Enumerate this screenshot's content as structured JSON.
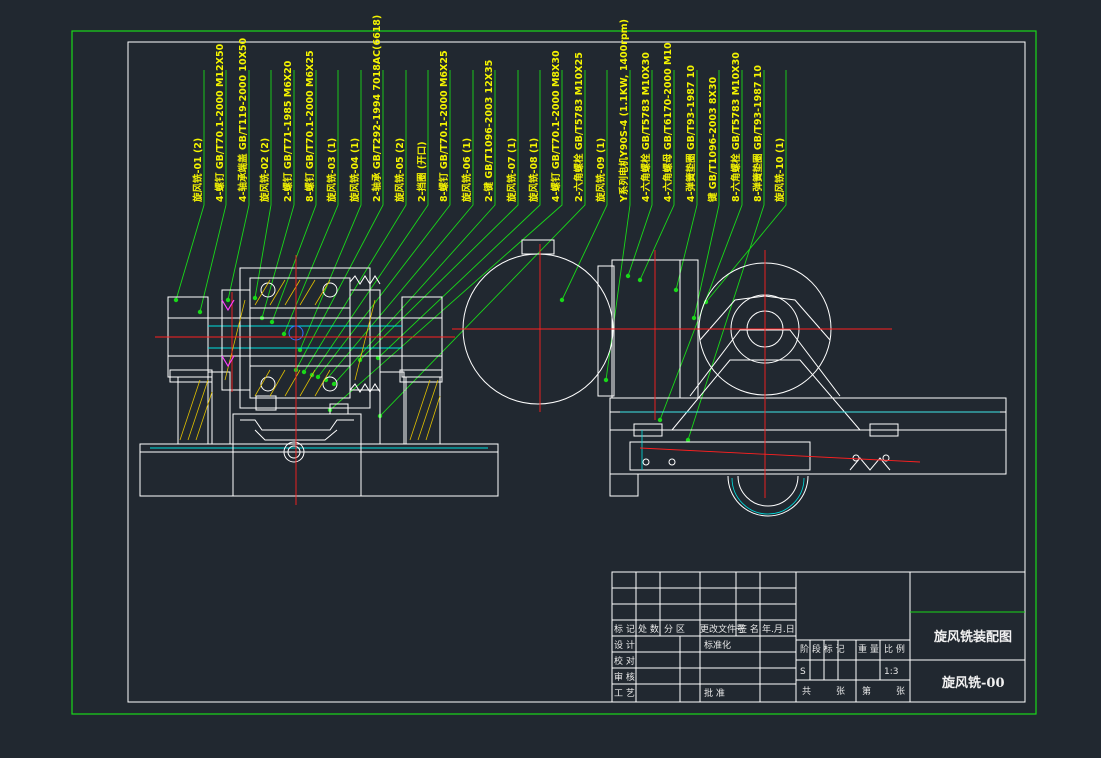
{
  "drawing": {
    "title": "旋风铣装配图",
    "code": "旋风铣-00",
    "colors": {
      "background": "#212830",
      "frame_outer": "#19d819",
      "lines": "#ffffff",
      "center": "#ff2020",
      "hidden": "#00e0e0",
      "leader": "#19d819",
      "labels": "#f4f400",
      "hatch": "#e0c000",
      "marker": "#ff40ff"
    }
  },
  "callouts": [
    "旋风铣-01 (2)",
    "4-螺钉 GB/T70.1-2000 M12X50",
    "4-轴承端盖 GB/T119-2000 10X50",
    "旋风铣-02 (2)",
    "2-螺钉 GB/T71-1985 M6X20",
    "8-螺钉 GB/T70.1-2000 M6X25",
    "旋风铣-03 (1)",
    "旋风铣-04 (1)",
    "2-轴承 GB/T292-1994 7018AC(6618)",
    "旋风铣-05 (2)",
    "2-挡圈 (开口)",
    "8-螺钉 GB/T70.1-2000 M6X25",
    "旋风铣-06 (1)",
    "2-键 GB/T1096-2003 12X35",
    "旋风铣-07 (1)",
    "旋风铣-08 (1)",
    "4-螺钉 GB/T70.1-2000 M8X30",
    "2-六角螺栓 GB/T5783 M10X25",
    "旋风铣-09 (1)",
    "Y系列电机Y90S-4 (1.1KW, 1400rpm)",
    "4-六角螺栓 GB/T5783 M10X30",
    "4-六角螺母 GB/T6170-2000 M10",
    "4-弹簧垫圈 GB/T93-1987 10",
    "键 GB/T1096-2003 8X30",
    "8-六角螺栓 GB/T5783 M10X30",
    "8-弹簧垫圈 GB/T93-1987 10",
    "旋风铣-10 (1)"
  ],
  "title_block": {
    "revision_headers": [
      "标 记",
      "处 数",
      "分 区",
      "更改文件号",
      "签 名",
      "年.月.日"
    ],
    "roles": [
      "设 计",
      "校 对",
      "审 核",
      "工 艺"
    ],
    "standardize": "标准化",
    "approve": "批 准",
    "stage_headers": [
      "阶 段 标 记",
      "重 量",
      "比 例"
    ],
    "stage_mark": "S",
    "scale": "1:3",
    "sheet_total": "共",
    "sheet_label": "张",
    "sheet_no": "第",
    "sheet_label2": "张"
  }
}
